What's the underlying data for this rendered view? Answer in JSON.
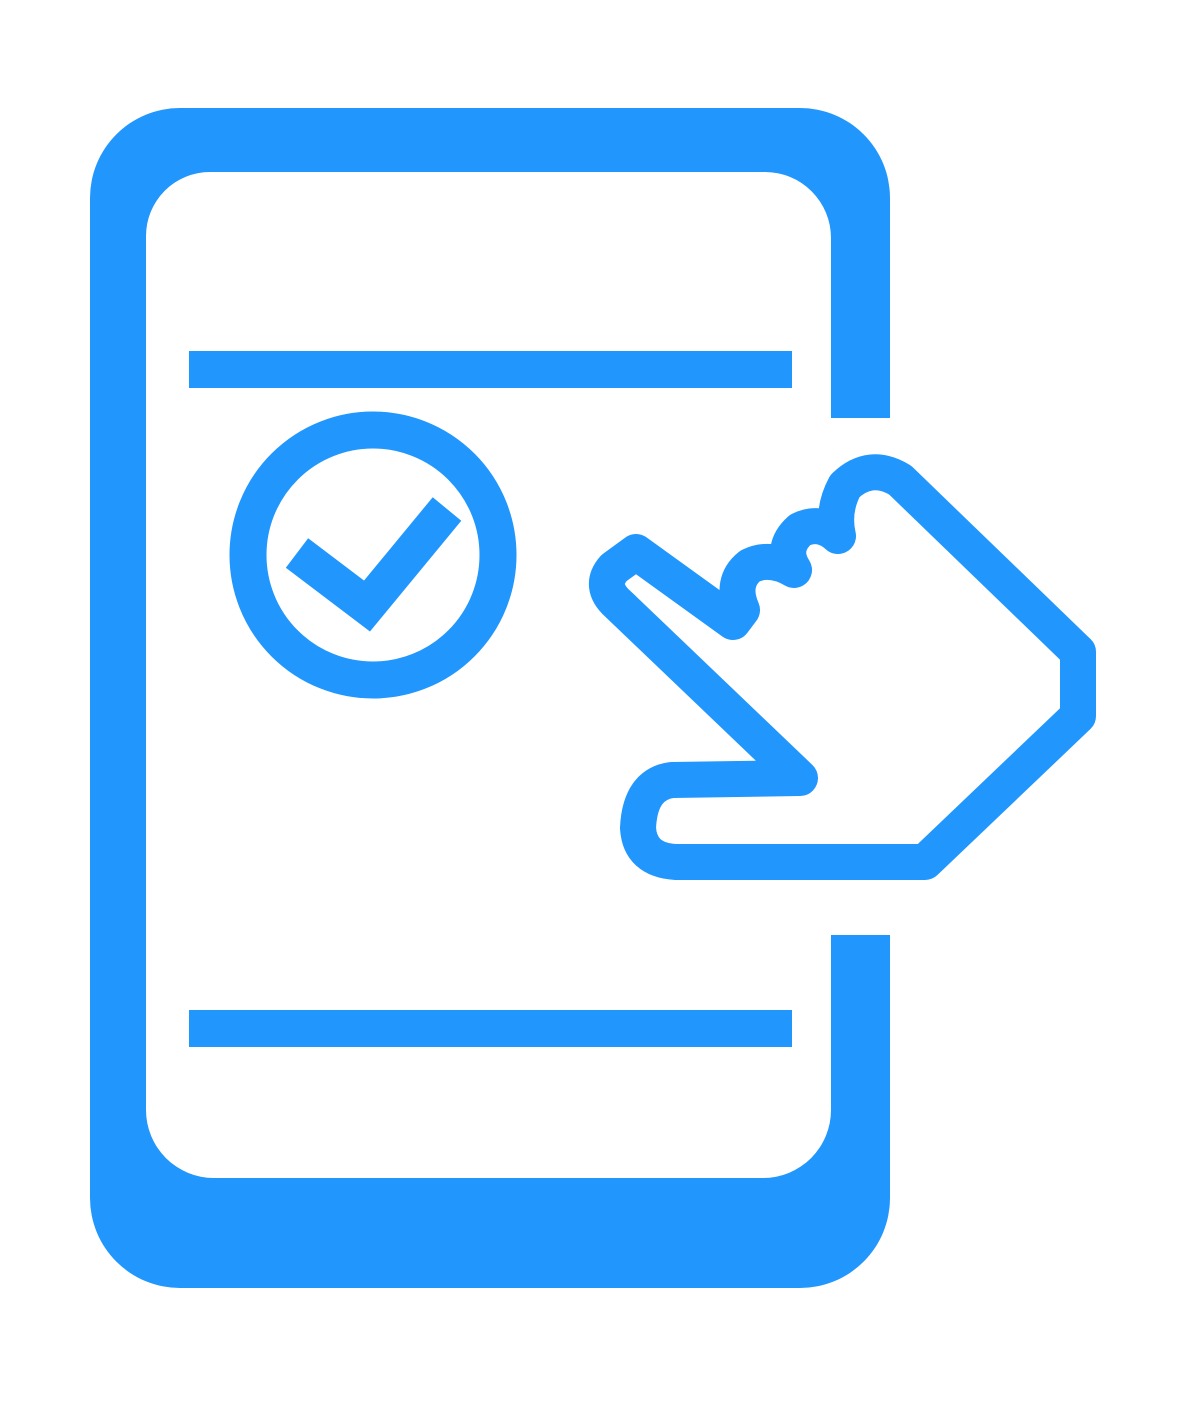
{
  "icon": {
    "name": "phone-tap-confirm-icon",
    "colors": {
      "primary": "#2196FD",
      "background": "#FFFFFF"
    },
    "parts": [
      "phone-frame",
      "content-line-top",
      "check-circle",
      "checkmark",
      "pointing-hand",
      "content-line-bottom"
    ]
  }
}
